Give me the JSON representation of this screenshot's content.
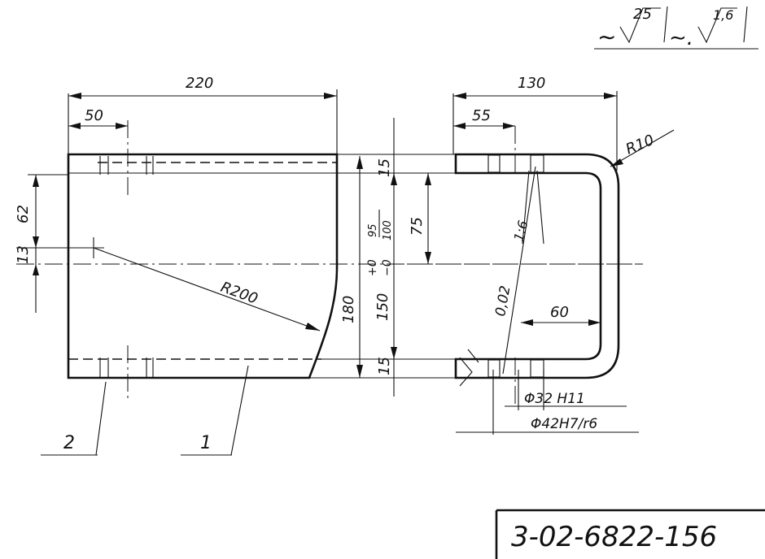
{
  "surface_finish": {
    "left": {
      "symbol": "∼",
      "value": "25"
    },
    "right": {
      "symbol": "∼.",
      "value": "1,6"
    }
  },
  "front_view": {
    "dim_total_width": "220",
    "dim_hole_offset": "50",
    "dim_hole_span": "62",
    "dim_hole_step": "13",
    "dim_radius": "R200",
    "dim_height": "180",
    "dim_inner_height": "150",
    "dim_tolerance_upper": "+0",
    "dim_tolerance_lower": "−0",
    "dim_fit_upper": "95",
    "dim_fit_lower": "100"
  },
  "section_view": {
    "dim_total_width": "130",
    "dim_hole_offset": "55",
    "dim_top_flange": "15",
    "dim_bottom_flange": "15",
    "dim_half_height": "75",
    "dim_corner_radius": "R10",
    "dim_slot_depth": "60",
    "dim_taper_a": "1:6",
    "dim_taper_b": "0,02",
    "dim_hole_fit": "Φ32 H11",
    "dim_outer_fit": "Φ42H7/r6"
  },
  "part_labels": {
    "part_1": "1",
    "part_2": "2"
  },
  "title_block": {
    "drawing_number": "3-02-6822-156"
  }
}
